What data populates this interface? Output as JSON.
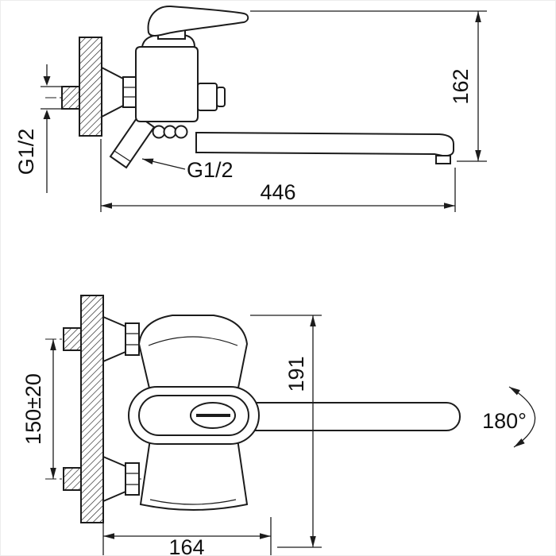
{
  "drawing": {
    "title": "wall-mounted-faucet-technical-drawing",
    "side_view": {
      "height_dim": "162",
      "length_dim": "446",
      "inlet_thread": "G1/2",
      "shower_thread": "G1/2"
    },
    "front_view": {
      "mount_spacing_dim": "150±20",
      "height_dim": "191",
      "width_dim": "164",
      "swivel_angle": "180°"
    },
    "colors": {
      "line": "#1c1c1c",
      "background": "#ffffff"
    }
  }
}
